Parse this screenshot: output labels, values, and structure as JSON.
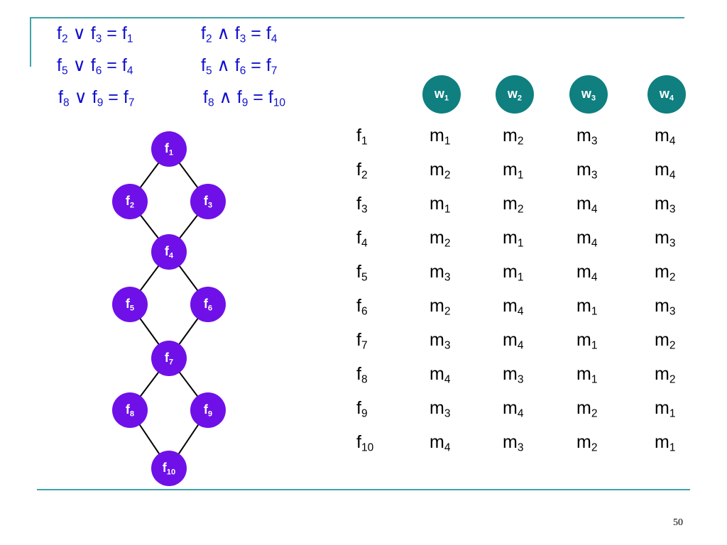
{
  "equations": [
    {
      "left": {
        "a": "2",
        "op": "∨",
        "b": "3",
        "r": "1"
      },
      "right": {
        "a": "2",
        "op": "∧",
        "b": "3",
        "r": "4"
      }
    },
    {
      "left": {
        "a": "5",
        "op": "∨",
        "b": "6",
        "r": "4"
      },
      "right": {
        "a": "5",
        "op": "∧",
        "b": "6",
        "r": "7"
      }
    },
    {
      "left": {
        "a": "8",
        "op": "∨",
        "b": "9",
        "r": "7"
      },
      "right": {
        "a": "8",
        "op": "∧",
        "b": "9",
        "r": "10"
      }
    }
  ],
  "symbols": {
    "f": "f",
    "m": "m",
    "w": "w",
    "eq": "="
  },
  "women": [
    "1",
    "2",
    "3",
    "4"
  ],
  "matchings": [
    {
      "f": "1",
      "m": [
        "1",
        "2",
        "3",
        "4"
      ]
    },
    {
      "f": "2",
      "m": [
        "2",
        "1",
        "3",
        "4"
      ]
    },
    {
      "f": "3",
      "m": [
        "1",
        "2",
        "4",
        "3"
      ]
    },
    {
      "f": "4",
      "m": [
        "2",
        "1",
        "4",
        "3"
      ]
    },
    {
      "f": "5",
      "m": [
        "3",
        "1",
        "4",
        "2"
      ]
    },
    {
      "f": "6",
      "m": [
        "2",
        "4",
        "1",
        "3"
      ]
    },
    {
      "f": "7",
      "m": [
        "3",
        "4",
        "1",
        "2"
      ]
    },
    {
      "f": "8",
      "m": [
        "4",
        "3",
        "1",
        "2"
      ]
    },
    {
      "f": "9",
      "m": [
        "3",
        "4",
        "2",
        "1"
      ]
    },
    {
      "f": "10",
      "m": [
        "4",
        "3",
        "2",
        "1"
      ]
    }
  ],
  "lattice": {
    "nodes": [
      "1",
      "2",
      "3",
      "4",
      "5",
      "6",
      "7",
      "8",
      "9",
      "10"
    ],
    "edges": [
      [
        "1",
        "2"
      ],
      [
        "1",
        "3"
      ],
      [
        "2",
        "4"
      ],
      [
        "3",
        "4"
      ],
      [
        "4",
        "5"
      ],
      [
        "4",
        "6"
      ],
      [
        "5",
        "7"
      ],
      [
        "6",
        "7"
      ],
      [
        "7",
        "8"
      ],
      [
        "7",
        "9"
      ],
      [
        "8",
        "10"
      ],
      [
        "9",
        "10"
      ]
    ]
  },
  "colors": {
    "equation_text": "#1010cc",
    "lattice_node": "#6f10e8",
    "woman_header": "#0f7f80",
    "rule": "#3fa3a8"
  },
  "page_number": "50"
}
